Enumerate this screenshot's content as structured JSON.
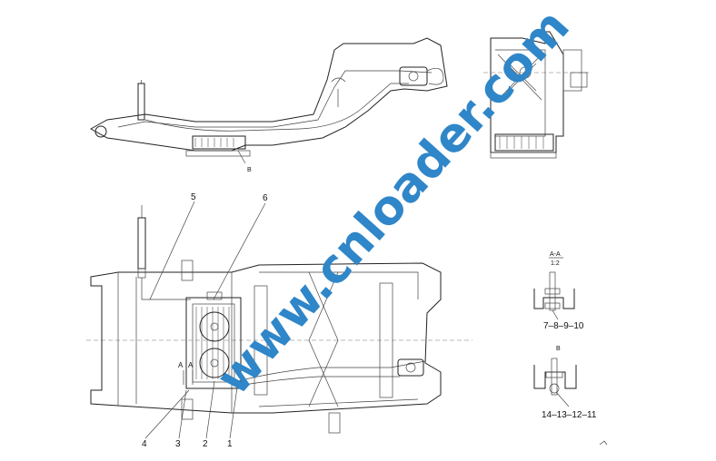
{
  "diagram": {
    "view_labels": {
      "side_view_marker": "B",
      "section_aa": "A-A",
      "section_aa_scale": "1:2",
      "section_b": "B"
    },
    "section_arrows": {
      "left_a": "A",
      "right_a": "A"
    },
    "callouts": [
      "1",
      "2",
      "3",
      "4",
      "5",
      "6"
    ],
    "detail_labels": {
      "aa_parts": "7–8–9–10",
      "b_parts": "14–13–12–11"
    },
    "watermark": "www.cnloader.com"
  }
}
